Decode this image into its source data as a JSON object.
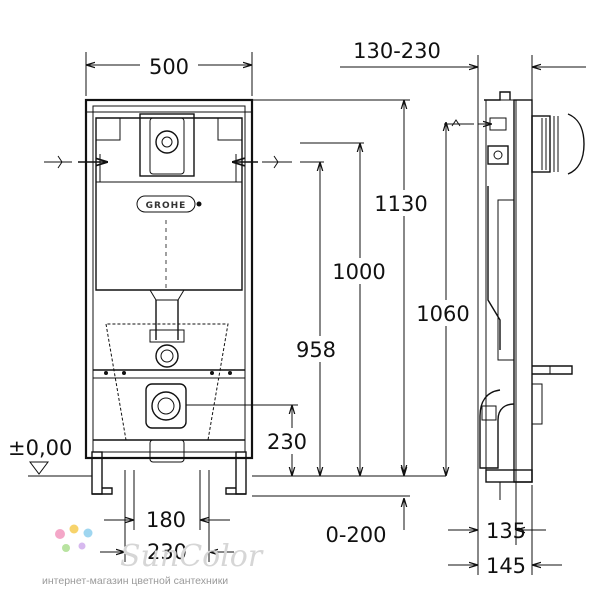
{
  "dimensions": {
    "frame_width": "500",
    "rear_depth": "130-230",
    "height_1130": "1130",
    "height_1000": "1000",
    "height_958": "958",
    "height_1060": "1060",
    "height_230": "230",
    "level_zero": "±0,00",
    "bottom_180": "180",
    "bottom_230": "230",
    "bottom_0_200": "0-200",
    "depth_135": "135",
    "depth_145": "145"
  },
  "logo": {
    "text": "GROHE"
  },
  "watermark": {
    "brand": "SunColor",
    "subtitle": "интернет-магазин цветной сантехники",
    "dot_colors": [
      "#f4a7c8",
      "#f7d36b",
      "#9fd6f0",
      "#b8e3a0",
      "#d7b9ef"
    ]
  }
}
